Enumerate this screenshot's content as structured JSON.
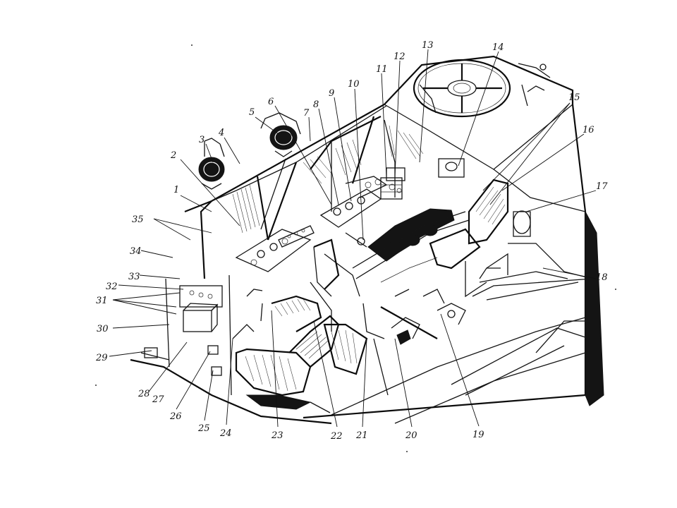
{
  "figure": {
    "callouts": [
      {
        "id": "c1",
        "label": "1"
      },
      {
        "id": "c2",
        "label": "2"
      },
      {
        "id": "c3",
        "label": "3"
      },
      {
        "id": "c4",
        "label": "4"
      },
      {
        "id": "c5",
        "label": "5"
      },
      {
        "id": "c6",
        "label": "6"
      },
      {
        "id": "c7",
        "label": "7"
      },
      {
        "id": "c8",
        "label": "8"
      },
      {
        "id": "c9",
        "label": "9"
      },
      {
        "id": "c10",
        "label": "10"
      },
      {
        "id": "c11",
        "label": "11"
      },
      {
        "id": "c12",
        "label": "12"
      },
      {
        "id": "c13",
        "label": "13"
      },
      {
        "id": "c14",
        "label": "14"
      },
      {
        "id": "c15",
        "label": "15"
      },
      {
        "id": "c16",
        "label": "16"
      },
      {
        "id": "c17",
        "label": "17"
      },
      {
        "id": "c18",
        "label": "18"
      },
      {
        "id": "c19",
        "label": "19"
      },
      {
        "id": "c20",
        "label": "20"
      },
      {
        "id": "c21",
        "label": "21"
      },
      {
        "id": "c22",
        "label": "22"
      },
      {
        "id": "c23",
        "label": "23"
      },
      {
        "id": "c24",
        "label": "24"
      },
      {
        "id": "c25",
        "label": "25"
      },
      {
        "id": "c26",
        "label": "26"
      },
      {
        "id": "c27",
        "label": "27"
      },
      {
        "id": "c28",
        "label": "28"
      },
      {
        "id": "c29",
        "label": "29"
      },
      {
        "id": "c30",
        "label": "30"
      },
      {
        "id": "c31",
        "label": "31"
      },
      {
        "id": "c32",
        "label": "32"
      },
      {
        "id": "c33",
        "label": "33"
      },
      {
        "id": "c34",
        "label": "34"
      },
      {
        "id": "c35",
        "label": "35"
      }
    ]
  }
}
